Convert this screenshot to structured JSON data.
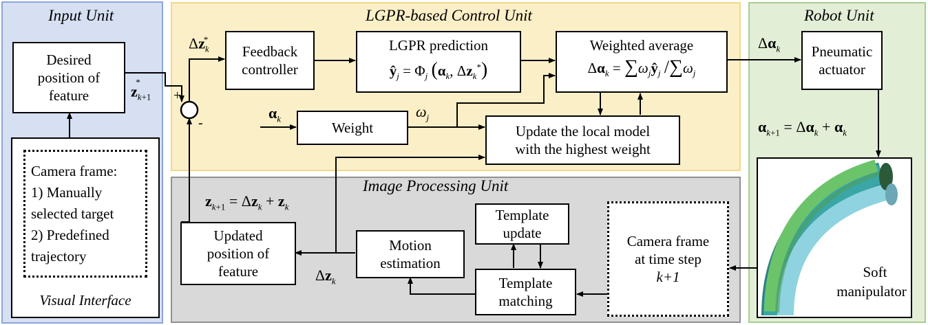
{
  "panels": {
    "input": {
      "title": "Input Unit",
      "bg": "#d6e0f2",
      "border": "#8aa5d8"
    },
    "control": {
      "title": "LGPR-based Control Unit",
      "bg": "#fbefc7",
      "border": "#f0d989"
    },
    "robot": {
      "title": "Robot Unit",
      "bg": "#e3eed7",
      "border": "#a8cd8f"
    },
    "image": {
      "title": "Image Processing Unit",
      "bg": "#d9d9d9",
      "border": "#8f8f8f"
    }
  },
  "input_unit": {
    "desired_line1": "Desired",
    "desired_line2": "position of",
    "desired_line3": "feature",
    "camera_line1": "Camera frame:",
    "camera_line2": "1)  Manually",
    "camera_line3": "selected target",
    "camera_line4": "2)  Predefined",
    "camera_line5": "trajectory",
    "visual_interface": "Visual Interface"
  },
  "control_unit": {
    "feedback_line1": "Feedback",
    "feedback_line2": "controller",
    "lgpr_title": "LGPR prediction",
    "weighted_title": "Weighted average",
    "weight_label": "Weight",
    "update_line1": "Update the local model",
    "update_line2": "with the highest weight",
    "sum_plus": "+",
    "sum_minus": "-"
  },
  "robot_unit": {
    "pneumatic_line1": "Pneumatic",
    "pneumatic_line2": "actuator",
    "soft_line1": "Soft",
    "soft_line2": "manipulator"
  },
  "image_unit": {
    "updated_line1": "Updated",
    "updated_line2": "position of",
    "updated_line3": "feature",
    "motion_line1": "Motion",
    "motion_line2": "estimation",
    "tupdate_line1": "Template",
    "tupdate_line2": "update",
    "tmatch_line1": "Template",
    "tmatch_line2": "matching",
    "camera_line1": "Camera frame",
    "camera_line2": "at time step",
    "camera_line3": "k+1"
  },
  "colors": {
    "tube_green": "#6cc46a",
    "tube_teal": "#3aa6a6",
    "tube_light": "#8fd3e0"
  }
}
